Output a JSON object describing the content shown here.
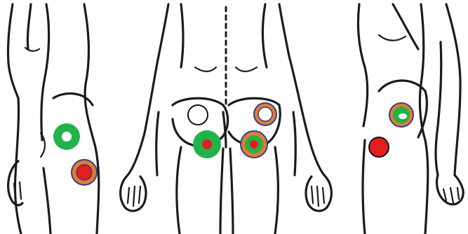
{
  "colors": {
    "green": "#22b24c",
    "orange": "#e87b2c",
    "red": "#e41e1e",
    "white": "#ffffff",
    "navy": "#2f3f8f",
    "ink": "#1b1b1b"
  },
  "views": [
    {
      "name": "left-side-view",
      "markers": [
        {
          "name": "green-ring-white-center-marker",
          "ring": "green",
          "center": "white"
        },
        {
          "name": "orange-ring-red-center-marker",
          "ring": "orange",
          "center": "red",
          "outline": "navy"
        }
      ]
    },
    {
      "name": "posterior-view",
      "markers": [
        {
          "name": "white-dot-marker",
          "center": "white"
        },
        {
          "name": "orange-ring-white-center-marker",
          "ring": "orange",
          "center": "white",
          "outline": "navy"
        },
        {
          "name": "green-ring-red-center-marker",
          "ring": "green",
          "center": "red"
        },
        {
          "name": "orange-green-ring-red-center-marker",
          "ring": "orange",
          "inner_ring": "green",
          "center": "red",
          "outline": "navy"
        }
      ]
    },
    {
      "name": "right-side-view",
      "markers": [
        {
          "name": "orange-ring-green-white-center-marker",
          "ring": "orange",
          "inner_ring": "green",
          "center": "white",
          "outline": "navy"
        },
        {
          "name": "red-dot-marker",
          "center": "red"
        }
      ]
    }
  ]
}
